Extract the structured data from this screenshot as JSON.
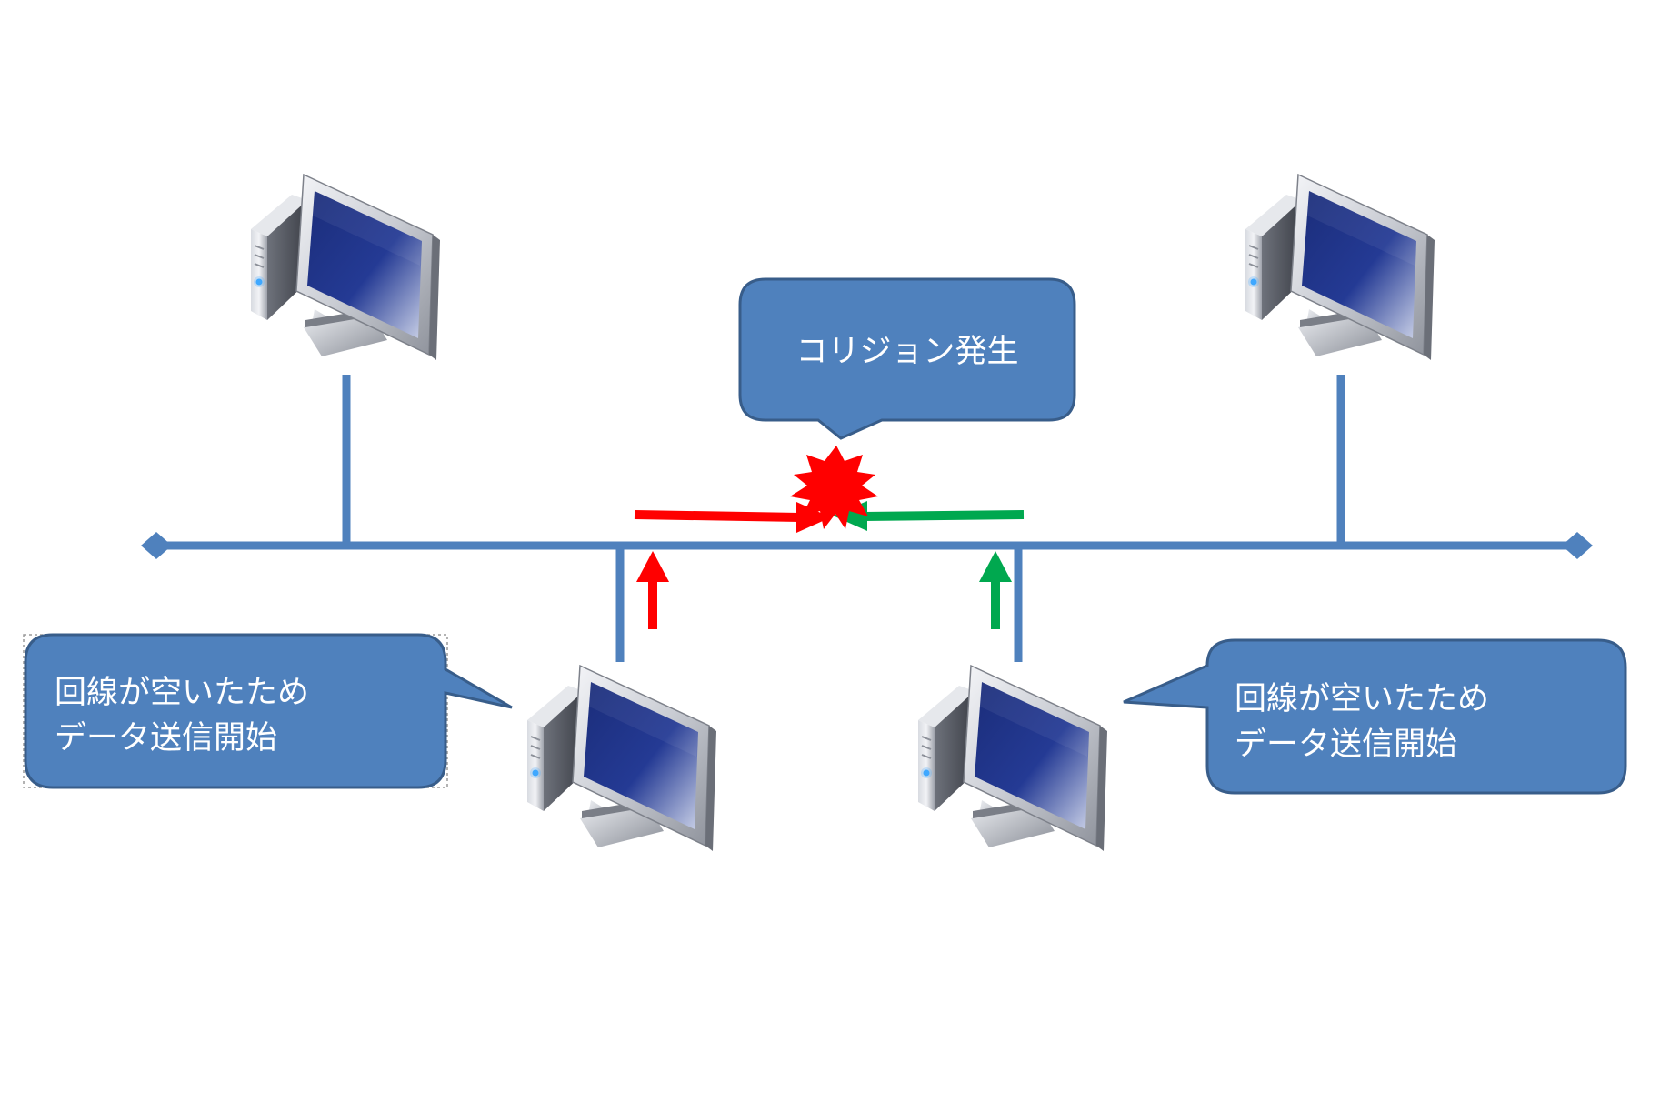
{
  "callouts": {
    "collision": {
      "text": "コリジョン発生"
    },
    "left_sender": {
      "line1": "回線が空いたため",
      "line2": "データ送信開始"
    },
    "right_sender": {
      "line1": "回線が空いたため",
      "line2": "データ送信開始"
    }
  },
  "colors": {
    "bus": "#4f81bd",
    "callout_fill": "#4f81bd",
    "callout_border": "#385d8a",
    "left_signal": "#ff0000",
    "right_signal": "#00a84f",
    "collision_burst": "#ff0000"
  },
  "nodes": [
    {
      "id": "pc-top-left",
      "icon": "computer-icon"
    },
    {
      "id": "pc-top-right",
      "icon": "computer-icon"
    },
    {
      "id": "pc-bottom-left",
      "icon": "computer-icon"
    },
    {
      "id": "pc-bottom-right",
      "icon": "computer-icon"
    }
  ]
}
